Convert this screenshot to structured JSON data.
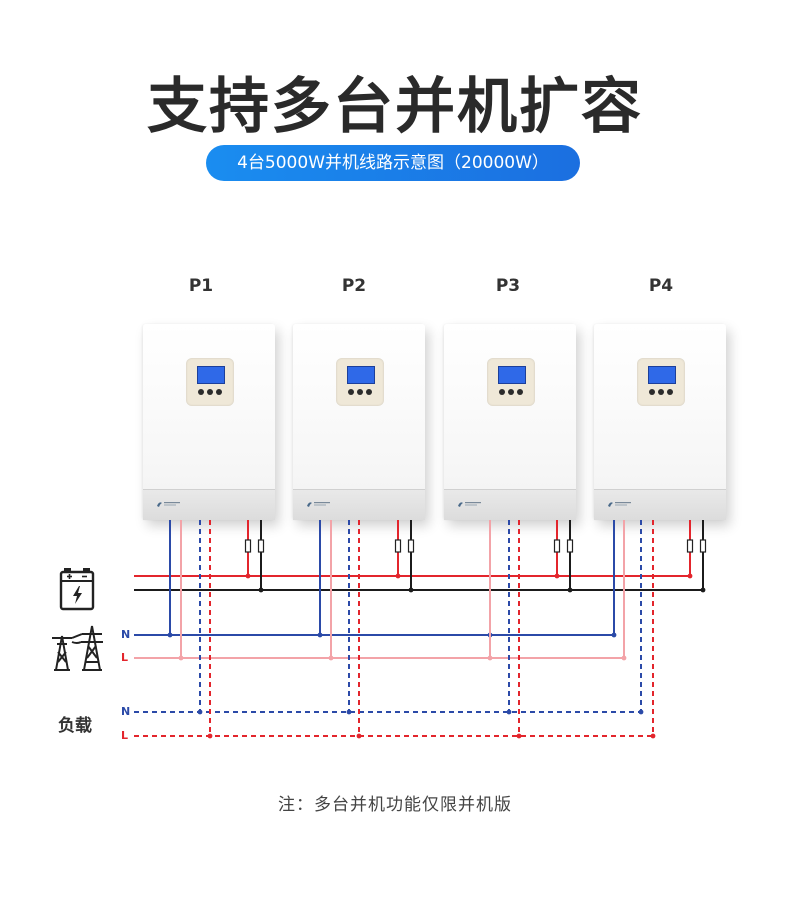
{
  "title": "支持多台并机扩容",
  "subtitle": "4台5000W并机线路示意图（20000W）",
  "units": [
    {
      "label": "P1"
    },
    {
      "label": "P2"
    },
    {
      "label": "P3"
    },
    {
      "label": "P4"
    }
  ],
  "grid_labels": {
    "n": "N",
    "l": "L"
  },
  "load": {
    "label": "负载",
    "n": "N",
    "l": "L"
  },
  "note": "注：多台并机功能仅限并机版",
  "colors": {
    "battery_pos": "#e3252c",
    "battery_neg": "#1b1b1b",
    "grid_n": "#2b4aa8",
    "grid_l": "#f3a3a8",
    "load_n": "#2b4aa8",
    "load_l": "#e3252c",
    "label_n": "#2b4aa8",
    "label_l": "#e3252c",
    "pill": "#1a8df0"
  },
  "icons": [
    "battery-icon",
    "power-tower-icon"
  ]
}
